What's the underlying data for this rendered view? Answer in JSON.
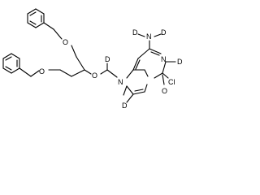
{
  "colors": {
    "background": "#ffffff",
    "ink": "#000000"
  },
  "structure": {
    "atoms": {
      "o_top_ether": "O",
      "o_left_ether": "O",
      "o_center_ether": "O",
      "d_methylene": "D",
      "n9": "N",
      "d_c8": "D",
      "n_ring_right": "N",
      "d_n1": "D",
      "n_amino": "N",
      "d_amino_left": "D",
      "d_amino_right": "D",
      "cl": "Cl",
      "o_carbonyl": "O"
    }
  }
}
